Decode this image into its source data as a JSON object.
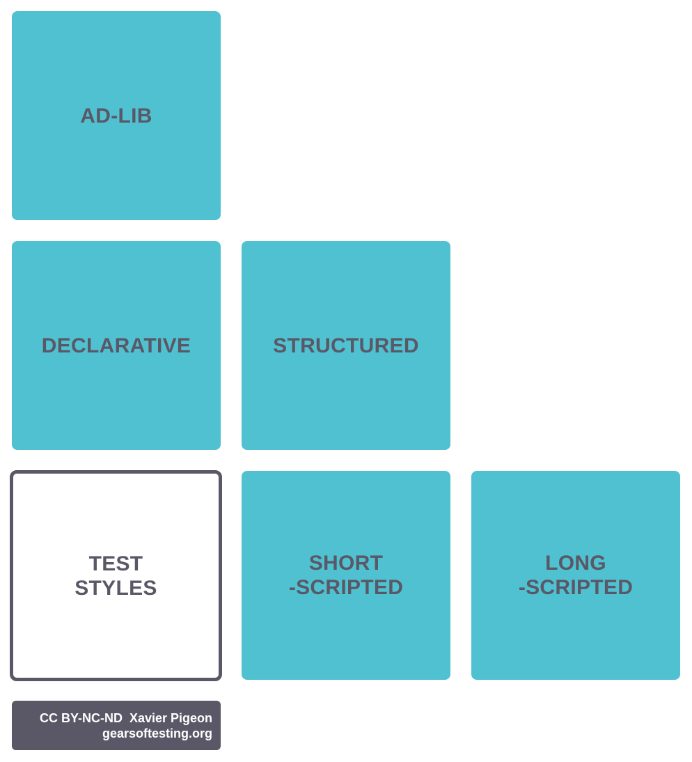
{
  "colors": {
    "tile_fill": "#50c1d0",
    "tile_text": "#5a5866",
    "outline": "#5a5866",
    "credit_bg": "#5a5866",
    "credit_text": "#ffffff"
  },
  "tiles": {
    "ad_lib": "AD-LIB",
    "declarative": "DECLARATIVE",
    "structured": "STRUCTURED",
    "test_styles": "TEST\nSTYLES",
    "short_scripted": "SHORT\n-SCRIPTED",
    "long_scripted": "LONG\n-SCRIPTED"
  },
  "credit": {
    "license_author": "CC BY-NC-ND  Xavier Pigeon",
    "website": "gearsoftesting.org"
  }
}
